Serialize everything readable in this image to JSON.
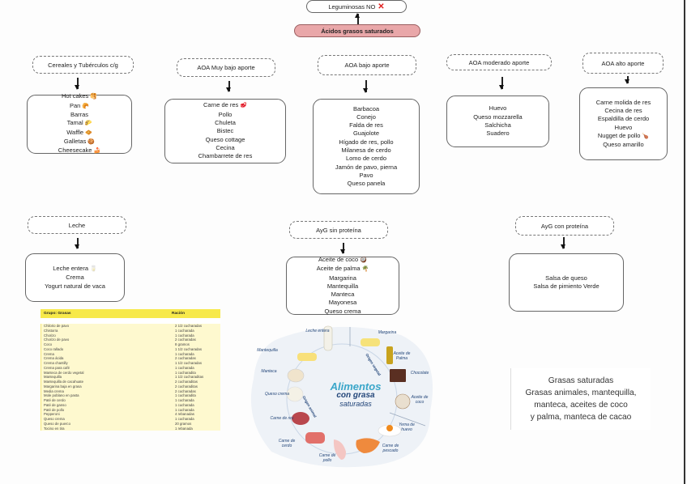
{
  "top": {
    "legumes_label": "Leguminosas NO",
    "legumes_icon": "cross-mark-icon",
    "root_label": "Ácidos grasos saturados"
  },
  "colors": {
    "root_fill": "#e9a7a9",
    "red_x": "#e02020",
    "table_header": "#f7e94a",
    "table_body": "#fef9cf",
    "infographic_title": "#3aa6c9",
    "infographic_text": "#24477a"
  },
  "categories": [
    {
      "label": "Cereales y Tubérculos c/g",
      "items": [
        {
          "text": "Hot cakes",
          "icon": "🥞",
          "icon_name": "pancakes-icon"
        },
        {
          "text": "Pan",
          "icon": "🥐",
          "icon_name": "croissant-icon"
        },
        {
          "text": "Barras",
          "icon": "",
          "icon_name": ""
        },
        {
          "text": "Tamal",
          "icon": "🌮",
          "icon_name": "tamal-icon"
        },
        {
          "text": "Waffle",
          "icon": "🧇",
          "icon_name": "waffle-icon"
        },
        {
          "text": "Galletas",
          "icon": "🍪",
          "icon_name": "cookie-icon"
        },
        {
          "text": "Cheesecake",
          "icon": "🍰",
          "icon_name": "cake-icon"
        }
      ]
    },
    {
      "label": "AOA Muy bajo aporte",
      "items": [
        {
          "text": "Carne de res",
          "icon": "🥩",
          "icon_name": "meat-icon"
        },
        {
          "text": "Pollo",
          "icon": "",
          "icon_name": ""
        },
        {
          "text": "Chuleta",
          "icon": "",
          "icon_name": ""
        },
        {
          "text": "Bistec",
          "icon": "",
          "icon_name": ""
        },
        {
          "text": "Queso cottage",
          "icon": "",
          "icon_name": ""
        },
        {
          "text": "Cecina",
          "icon": "",
          "icon_name": ""
        },
        {
          "text": "Chambarrete de res",
          "icon": "",
          "icon_name": ""
        }
      ]
    },
    {
      "label": "AOA bajo aporte",
      "items": [
        {
          "text": "Barbacoa"
        },
        {
          "text": "Conejo"
        },
        {
          "text": "Falda de res"
        },
        {
          "text": "Guajolote"
        },
        {
          "text": "Hígado de res, pollo"
        },
        {
          "text": "Milanesa de cerdo"
        },
        {
          "text": "Lomo de cerdo"
        },
        {
          "text": "Jamón de pavo, pierna"
        },
        {
          "text": "Pavo"
        },
        {
          "text": "Queso panela"
        }
      ]
    },
    {
      "label": "AOA moderado aporte",
      "items": [
        {
          "text": "Huevo"
        },
        {
          "text": "Queso mozzarella"
        },
        {
          "text": "Salchicha"
        },
        {
          "text": "Suadero"
        }
      ]
    },
    {
      "label": "AOA alto aporte",
      "items": [
        {
          "text": "Carne molida de res"
        },
        {
          "text": "Cecina de res"
        },
        {
          "text": "Espaldilla de cerdo"
        },
        {
          "text": "Huevo"
        },
        {
          "text": "Nugget de pollo",
          "icon": "🍗",
          "icon_name": "chicken-leg-icon"
        },
        {
          "text": "Queso amarillo"
        }
      ]
    },
    {
      "label": "Leche",
      "items": [
        {
          "text": "Leche entera",
          "icon": "🥛",
          "icon_name": "milk-glass-icon"
        },
        {
          "text": "Crema"
        },
        {
          "text": "Yogurt natural de vaca"
        }
      ]
    },
    {
      "label": "AyG sin proteína",
      "items": [
        {
          "text": "Aceite de coco",
          "icon": "🥥",
          "icon_name": "coconut-icon"
        },
        {
          "text": "Aceite de palma",
          "icon": "🌴",
          "icon_name": "palm-tree-icon"
        },
        {
          "text": "Margarina"
        },
        {
          "text": "Mantequilla"
        },
        {
          "text": "Manteca"
        },
        {
          "text": "Mayonesa"
        },
        {
          "text": "Queso crema"
        }
      ]
    },
    {
      "label": "AyG con proteína",
      "items": [
        {
          "text": "Salsa de queso"
        },
        {
          "text": "Salsa de pimiento Verde"
        }
      ]
    }
  ],
  "table": {
    "headers": [
      "Grupo: Grasas",
      "Ración"
    ],
    "rows": [
      [
        "Chilorio de pavo",
        "2 1/2 cucharadas"
      ],
      [
        "Chistorra",
        "1 cucharada"
      ],
      [
        "Chorizo",
        "1 cucharada"
      ],
      [
        "Chorizo de pavo",
        "2 cucharadas"
      ],
      [
        "Coco",
        "8 gramos"
      ],
      [
        "Coco rallado",
        "1 1/2 cucharadas"
      ],
      [
        "Crema",
        "1 cucharada"
      ],
      [
        "Crema ácida",
        "2 cucharadas"
      ],
      [
        "Crema chantilly",
        "1 1/2 cucharadas"
      ],
      [
        "Crema para café",
        "1 cucharada"
      ],
      [
        "Manteca de cerdo vegetal",
        "1 cucharadita"
      ],
      [
        "Mantequilla",
        "1 1/2 cucharaditas"
      ],
      [
        "Mantequilla de cacahuate",
        "2 cucharaditas"
      ],
      [
        "Margarina baja en grasa",
        "2 cucharaditas"
      ],
      [
        "Media crema",
        "2 cucharadas"
      ],
      [
        "Mole poblano en pasta",
        "1 cucharadita"
      ],
      [
        "Paté de cerdo",
        "1 cucharada"
      ],
      [
        "Paté de ganso",
        "1 cucharada"
      ],
      [
        "Paté de pollo",
        "1 cucharada"
      ],
      [
        "Pepperoni",
        "4 rebanadas"
      ],
      [
        "Queso crema",
        "1 cucharada"
      ],
      [
        "Queso de puerco",
        "20 gramos"
      ],
      [
        "Tocino en tira",
        "1 rebanada"
      ]
    ]
  },
  "infographic": {
    "title_line1": "Alimentos",
    "title_line2": "con grasa",
    "title_line3": "saturadas",
    "arc_label_vegetal": "Origen vegetal",
    "arc_label_animal": "Origen animal",
    "items": [
      "Leche entera",
      "Margarina",
      "Aceite de Palma",
      "Chocolate",
      "Aceite de coco",
      "Yema de huevo",
      "Carne de pescado",
      "Carne de pollo",
      "Carne de cerdo",
      "Carne de res",
      "Queso crema",
      "Manteca",
      "Mantequilla"
    ]
  },
  "summary": {
    "lines": [
      "Grasas saturadas",
      "Grasas animales, mantequilla,",
      "manteca, aceites de coco",
      "y palma, manteca de cacao"
    ]
  }
}
